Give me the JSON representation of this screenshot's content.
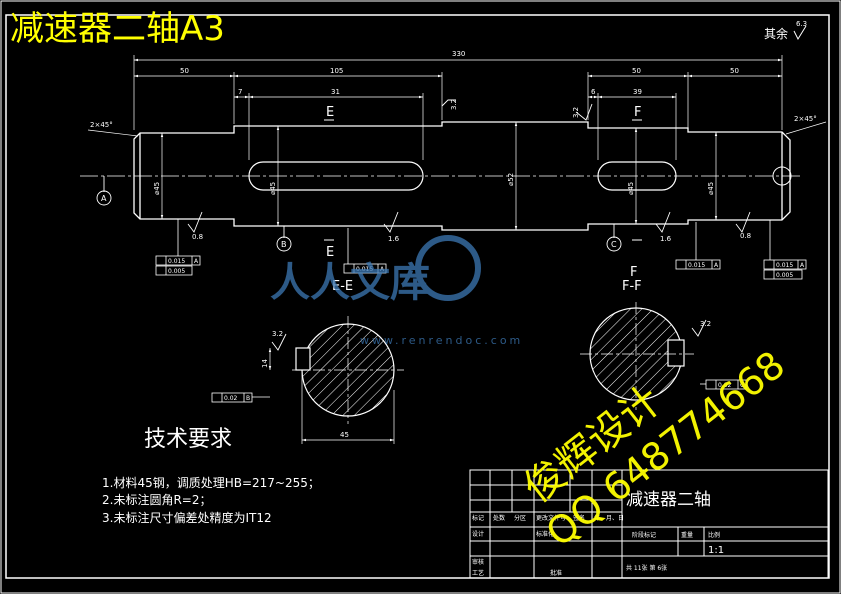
{
  "sheet_title": "减速器二轴A3",
  "surface_note": "其余",
  "surface_note_value": "6.3",
  "dims": {
    "total_length": "330",
    "seg1": "50",
    "seg2": "105",
    "seg3": "50",
    "seg4": "50",
    "keyway_offset_1": "7",
    "keyway_len_1": "31",
    "keyway_offset_2": "6",
    "keyway_len_2": "39",
    "chamfer_left": "2×45°",
    "chamfer_right": "2×45°",
    "dia_1": "⌀45",
    "dia_2": "⌀45",
    "dia_mid": "⌀52",
    "dia_3": "⌀45",
    "dia_4": "⌀45",
    "rough_1": "3.2",
    "rough_2": "3.2",
    "rough_3": "0.8",
    "rough_4": "1.6",
    "rough_5": "1.6",
    "rough_6": "0.8",
    "section_depth_left": "14",
    "section_rough_left": "3.2",
    "section_rough_right": "3.2",
    "section_width": "45"
  },
  "labels": {
    "datum_a": "A",
    "datum_b": "B",
    "datum_c": "C",
    "sec_e": "E",
    "sec_f": "F",
    "sec_ee": "E-E",
    "sec_ff": "F-F"
  },
  "tolerances": {
    "tol_a1": "0.015",
    "tol_a1_ref": "A",
    "tol_a2": "0.005",
    "tol_b1": "0.015",
    "tol_b1_ref": "A",
    "tol_c1": "0.015",
    "tol_c1_ref": "A",
    "tol_d1": "0.015",
    "tol_d1_ref": "A",
    "tol_d2": "0.005",
    "tol_e1": "0.02",
    "tol_e1_ref": "B",
    "tol_f1": "0.02",
    "tol_f1_ref": "C"
  },
  "tech": {
    "heading": "技术要求",
    "line1": "1.材料45钢，调质处理HB=217~255；",
    "line2": "2.未标注圆角R=2；",
    "line3": "3.未标注尺寸偏差处精度为IT12"
  },
  "title_block": {
    "part_name": "减速器二轴",
    "scale": "1:1",
    "labels_stage": "阶段标记",
    "labels_weight": "重量",
    "labels_ratio": "比例",
    "sheet_info": "共 11张 第 6张",
    "row_labels": [
      "标记",
      "处数",
      "分区",
      "更改文件号",
      "签名",
      "年、月、日"
    ],
    "design": "设计",
    "standard": "标准化",
    "review": "审核",
    "craft": "工艺",
    "approve": "批准"
  },
  "watermarks": {
    "site": "人人文库",
    "site_url": "www.renrendoc.com",
    "author": "俊辉设计",
    "qq": "QQ 648774668"
  },
  "colors": {
    "bg": "#000000",
    "line": "#ffffff",
    "dim": "#ffffff",
    "title": "#ffff00",
    "watermark_blue": "#3c78b4",
    "watermark_yellow": "#ffff00"
  }
}
